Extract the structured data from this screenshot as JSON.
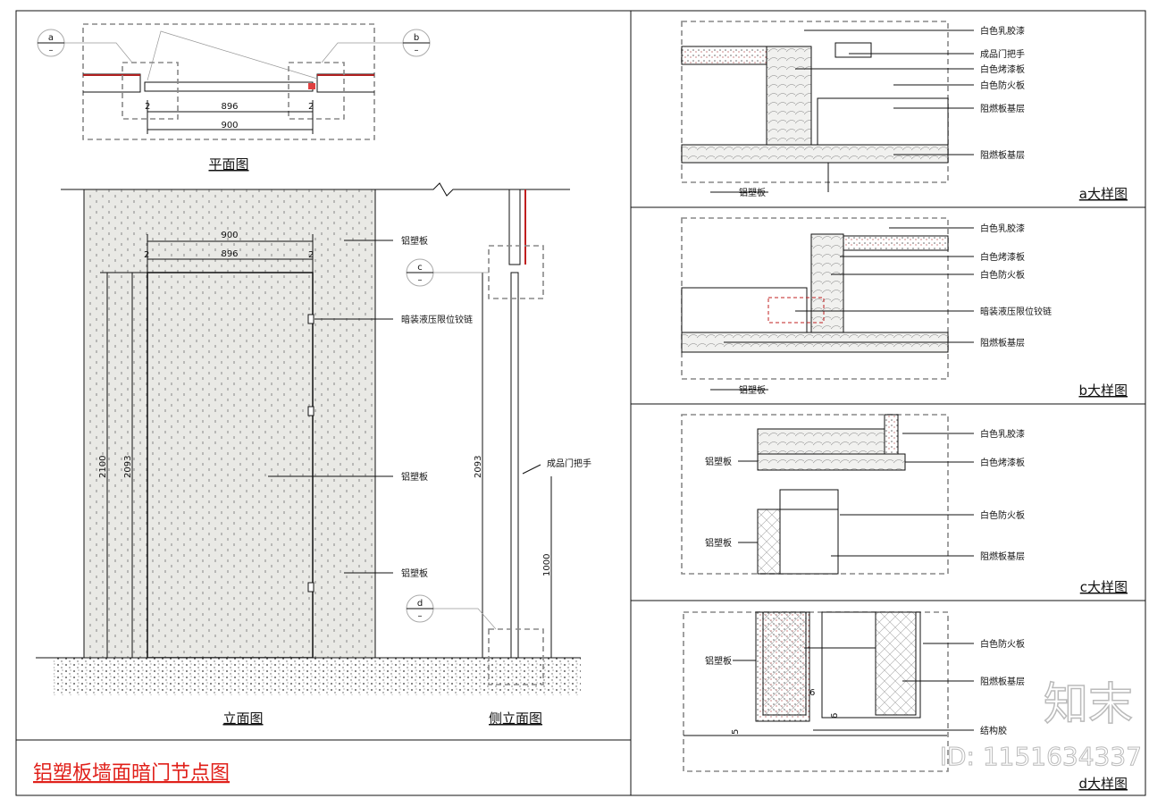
{
  "main_title": "铝塑板墙面暗门节点图",
  "colors": {
    "title_red": "#e0201a",
    "line": "#111111",
    "hatch_red": "#c0201a",
    "panel_fill": "#e9e9e5"
  },
  "plan": {
    "title": "平面图",
    "callout_a": {
      "letter": "a",
      "sub": "–"
    },
    "callout_b": {
      "letter": "b",
      "sub": "–"
    },
    "dims": {
      "inner": "896",
      "outer": "900",
      "gap_left": "2",
      "gap_right": "2"
    }
  },
  "elevation": {
    "title": "立面图",
    "labels": {
      "top": "铝塑板",
      "hinge": "暗装液压限位铰链",
      "middle": "铝塑板",
      "bottom": "铝塑板"
    },
    "dims": {
      "width_outer": "900",
      "width_inner": "896",
      "height_outer": "2100",
      "height_inner": "2093",
      "gap_left": "2",
      "gap_right": "2"
    }
  },
  "side_elevation": {
    "title": "侧立面图",
    "callout_c": {
      "letter": "c",
      "sub": "–"
    },
    "callout_d": {
      "letter": "d",
      "sub": "–"
    },
    "handle_label": "成品门把手",
    "dims": {
      "height": "2093",
      "handle_height": "1000"
    }
  },
  "detail_a": {
    "title": "a大样图",
    "labels": [
      "白色乳胶漆",
      "成品门把手",
      "白色烤漆板",
      "白色防火板",
      "阻燃板基层",
      "阻燃板基层",
      "铝塑板"
    ]
  },
  "detail_b": {
    "title": "b大样图",
    "labels": [
      "白色乳胶漆",
      "白色烤漆板",
      "白色防火板",
      "暗装液压限位铰链",
      "阻燃板基层",
      "铝塑板"
    ]
  },
  "detail_c": {
    "title": "c大样图",
    "labels": [
      "白色乳胶漆",
      "白色烤漆板",
      "白色防火板",
      "阻燃板基层",
      "铝塑板",
      "铝塑板"
    ]
  },
  "detail_d": {
    "title": "d大样图",
    "labels": [
      "白色防火板",
      "阻燃板基层",
      "铝塑板",
      "结构胶"
    ],
    "dims": [
      "6",
      "6",
      "5"
    ]
  },
  "watermark": {
    "logo": "知末",
    "id": "ID: 1151634337"
  }
}
